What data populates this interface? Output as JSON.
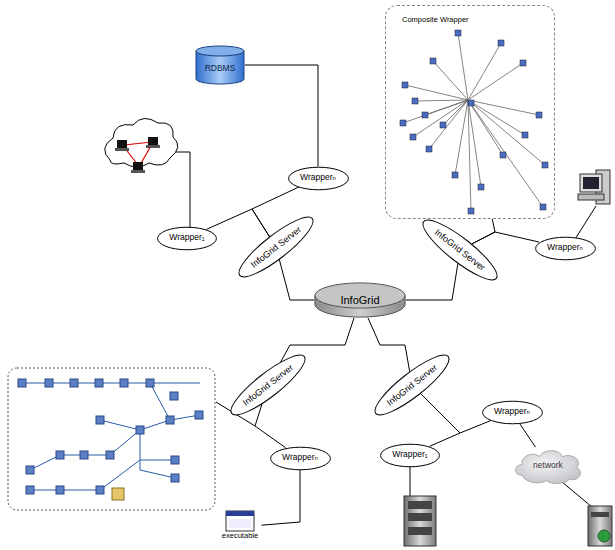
{
  "diagram": {
    "nodes": [
      {
        "text": [
          "Composite Wrapper"
        ]
      },
      {
        "text": [
          "RDBMS"
        ]
      },
      {
        "text": [
          "Wrapperₙ"
        ]
      },
      {
        "text": [
          "Wrapper₁"
        ]
      },
      {
        "text": [
          "InfoGrid Server"
        ]
      },
      {
        "text": [
          "InfoGrid Server"
        ]
      },
      {
        "text": [
          "Wrapperₙ"
        ]
      },
      {
        "text": [
          "InfoGrid"
        ]
      },
      {
        "text": [
          "InfoGrid Server"
        ]
      },
      {
        "text": [
          "InfoGrid Server"
        ]
      },
      {
        "text": [
          "Wrapperₙ"
        ]
      },
      {
        "text": [
          "network"
        ]
      },
      {
        "text": [
          "Wrapper₁"
        ]
      },
      {
        "text": [
          "Wrapperₙ"
        ]
      },
      {
        "text": [
          "executable"
        ]
      }
    ],
    "edges": [
      {
        "from": 4,
        "to": 7,
        "arrow": "none"
      },
      {
        "from": 5,
        "to": 7,
        "arrow": "none"
      },
      {
        "from": 8,
        "to": 7,
        "arrow": "none"
      },
      {
        "from": 9,
        "to": 7,
        "arrow": "none"
      },
      {
        "from": 4,
        "to": 2,
        "arrow": "none"
      },
      {
        "from": 4,
        "to": 3,
        "arrow": "none"
      },
      {
        "from": 2,
        "to": 1,
        "arrow": "none"
      },
      {
        "from": 5,
        "to": 0,
        "arrow": "none"
      },
      {
        "from": 5,
        "to": 6,
        "arrow": "none"
      },
      {
        "from": 8,
        "to": 13,
        "arrow": "none"
      },
      {
        "from": 13,
        "to": 14,
        "arrow": "none"
      },
      {
        "from": 9,
        "to": 12,
        "arrow": "none"
      },
      {
        "from": 9,
        "to": 10,
        "arrow": "none"
      },
      {
        "from": 10,
        "to": 11,
        "arrow": "none"
      }
    ]
  }
}
